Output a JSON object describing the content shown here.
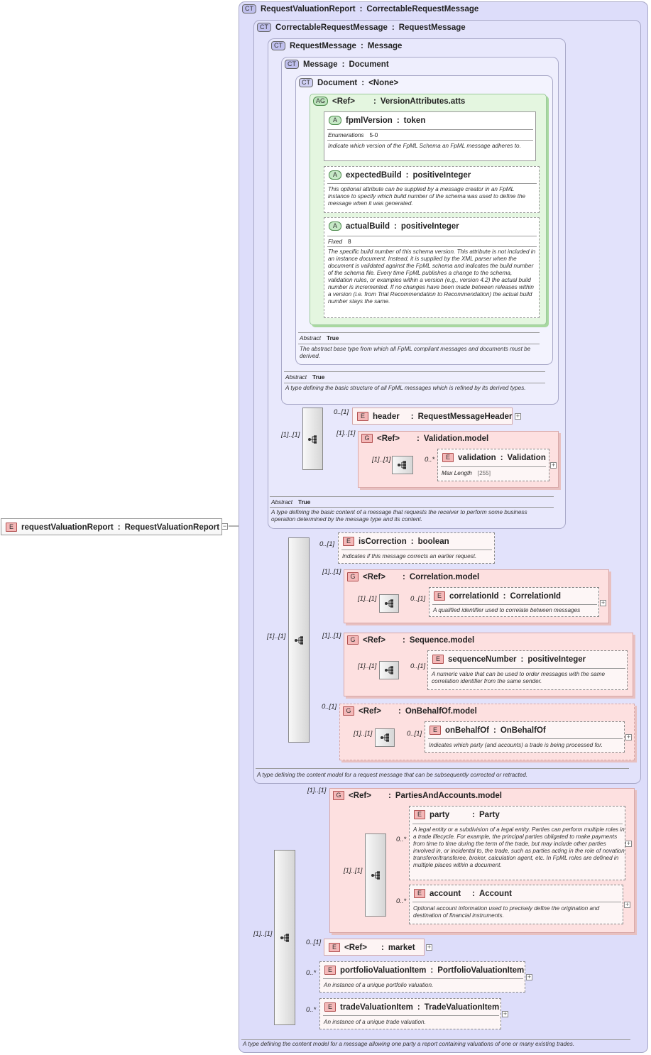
{
  "root": {
    "type_badge": "E",
    "name": "requestValuationReport",
    "type": "RequestValuationReport"
  },
  "complex_types": [
    {
      "badge": "CT",
      "name": "RequestValuationReport",
      "base": "CorrectableRequestMessage"
    },
    {
      "badge": "CT",
      "name": "CorrectableRequestMessage",
      "base": "RequestMessage"
    },
    {
      "badge": "CT",
      "name": "RequestMessage",
      "base": "Message"
    },
    {
      "badge": "CT",
      "name": "Message",
      "base": "Document"
    },
    {
      "badge": "CT",
      "name": "Document",
      "base": "<None>"
    }
  ],
  "attribute_group": {
    "badge": "AG",
    "ref": "<Ref>",
    "name": "VersionAttributes.atts"
  },
  "attributes": [
    {
      "badge": "A",
      "name": "fpmlVersion",
      "type": "token",
      "facet_label": "Enumerations",
      "facet_value": "5-0",
      "desc": "Indicate which version of the FpML Schema an FpML message adheres to."
    },
    {
      "badge": "A",
      "name": "expectedBuild",
      "type": "positiveInteger",
      "desc": "This optional attribute can be supplied by a message creator in an FpML instance to specify which build number of the schema was used to define the message when it was generated."
    },
    {
      "badge": "A",
      "name": "actualBuild",
      "type": "positiveInteger",
      "facet_label": "Fixed",
      "facet_value": "8",
      "desc": "The specific build number of this schema version. This attribute is not included in an instance document. Instead, it is supplied by the XML parser when the document is validated against the FpML schema and indicates the build number of the schema file. Every time FpML publishes a change to the schema, validation rules, or examples within a version (e.g., version 4.2) the actual build number is incremented. If no changes have been made between releases within a version (i.e. from Trial Recommendation to Recommendation) the actual build number stays the same."
    }
  ],
  "document_info": {
    "abstract_label": "Abstract",
    "abstract_value": "True",
    "desc": "The abstract base type from which all FpML compliant messages and documents must be derived."
  },
  "message_info": {
    "abstract_label": "Abstract",
    "abstract_value": "True",
    "desc": "A type defining the basic structure of all FpML messages which is refined by its derived types."
  },
  "request_message": {
    "seq_card": "[1]..[1]",
    "header": {
      "badge": "E",
      "card": "0..[1]",
      "name": "header",
      "type": "RequestMessageHeader"
    },
    "validation_group": {
      "badge": "G",
      "card": "[1]..[1]",
      "ref": "<Ref>",
      "name": "Validation.model",
      "seq_card": "[1]..[1]",
      "element": {
        "badge": "E",
        "card": "0..*",
        "name": "validation",
        "type": "Validation",
        "facet_label": "Max Length",
        "facet_value": "[255]"
      }
    },
    "abstract_label": "Abstract",
    "abstract_value": "True",
    "desc": "A type defining the basic content of a message that requests the receiver to perform some business operation determined by the message type and its content."
  },
  "correctable": {
    "seq_card": "[1]..[1]",
    "is_correction": {
      "badge": "E",
      "card": "0..[1]",
      "name": "isCorrection",
      "type": "boolean",
      "desc": "Indicates if this message corrects an earlier request."
    },
    "correlation": {
      "badge": "G",
      "card": "[1]..[1]",
      "ref": "<Ref>",
      "name": "Correlation.model",
      "seq_card": "[1]..[1]",
      "element": {
        "badge": "E",
        "card": "0..[1]",
        "name": "correlationId",
        "type": "CorrelationId",
        "desc": "A qualified identifier used to correlate between messages"
      }
    },
    "sequence": {
      "badge": "G",
      "card": "[1]..[1]",
      "ref": "<Ref>",
      "name": "Sequence.model",
      "seq_card": "[1]..[1]",
      "element": {
        "badge": "E",
        "card": "0..[1]",
        "name": "sequenceNumber",
        "type": "positiveInteger",
        "desc": "A numeric value that can be used to order messages with the same correlation identifier from the same sender."
      }
    },
    "on_behalf_of": {
      "badge": "G",
      "card": "0..[1]",
      "ref": "<Ref>",
      "name": "OnBehalfOf.model",
      "seq_card": "[1]..[1]",
      "element": {
        "badge": "E",
        "card": "0..[1]",
        "name": "onBehalfOf",
        "type": "OnBehalfOf",
        "desc": "Indicates which party (and accounts) a trade is being processed for."
      }
    },
    "desc": "A type defining the content model for a request message that can be subsequently corrected or retracted."
  },
  "report": {
    "seq_card": "[1]..[1]",
    "parties_group": {
      "badge": "G",
      "card": "[1]..[1]",
      "ref": "<Ref>",
      "name": "PartiesAndAccounts.model",
      "seq_card": "[1]..[1]",
      "party": {
        "badge": "E",
        "card": "0..*",
        "name": "party",
        "type": "Party",
        "desc": "A legal entity or a subdivision of a legal entity. Parties can perform multiple roles in a trade lifecycle. For example, the principal parties obligated to make payments from time to time during the term of the trade, but may include other parties involved in, or incidental to, the trade, such as parties acting in the role of novation transferor/transferee, broker, calculation agent, etc. In FpML roles are defined in multiple places within a document."
      },
      "account": {
        "badge": "E",
        "card": "0..*",
        "name": "account",
        "type": "Account",
        "desc": "Optional account information used to precisely define the origination and destination of financial instruments."
      }
    },
    "market": {
      "badge": "E",
      "card": "0..[1]",
      "ref": "<Ref>",
      "name": "market"
    },
    "portfolio": {
      "badge": "E",
      "card": "0..*",
      "name": "portfolioValuationItem",
      "type": "PortfolioValuationItem",
      "desc": "An instance of a unique portfolio valuation."
    },
    "trade": {
      "badge": "E",
      "card": "0..*",
      "name": "tradeValuationItem",
      "type": "TradeValuationItem",
      "desc": "An instance of a unique trade valuation."
    },
    "desc": "A type defining the content model for a message allowing one party a report containing valuations of one or many existing trades."
  },
  "colon": ":"
}
